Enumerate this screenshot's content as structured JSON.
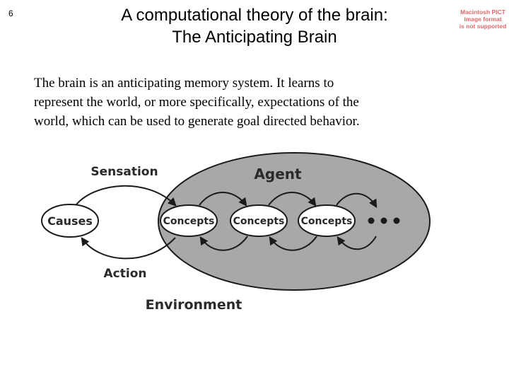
{
  "slide": {
    "number": "6"
  },
  "title": {
    "line1": "A computational theory of the brain:",
    "line2": "The Anticipating Brain"
  },
  "notice": {
    "line1": "Macintosh PICT",
    "line2": "image format",
    "line3": "is not supported"
  },
  "body": {
    "line1": "The brain is an anticipating memory system. It learns to",
    "line2": "represent the world, or more specifically, expectations of the",
    "line3": "world, which can be used to generate goal directed behavior."
  },
  "diagram": {
    "sensation": "Sensation",
    "action": "Action",
    "causes": "Causes",
    "agent": "Agent",
    "concepts": [
      "Concepts",
      "Concepts",
      "Concepts"
    ],
    "environment": "Environment",
    "colors": {
      "agent_fill": "#a8a8a8",
      "node_fill": "#ffffff",
      "stroke": "#1a1a1a"
    }
  }
}
